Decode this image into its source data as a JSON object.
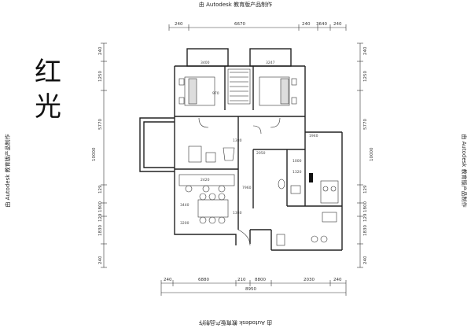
{
  "watermark": {
    "top": "由 Autodesk 教育版产品制作",
    "bottom": "由 Autodesk 教育版产品制作",
    "left": "由 Autodesk 教育版产品制作",
    "right": "由 Autodesk 教育版产品制作"
  },
  "title": {
    "line1": "红",
    "line2": "光"
  },
  "dimensions": {
    "top": [
      "240",
      "6670",
      "240",
      "3640",
      "240"
    ],
    "bottom": [
      "240",
      "6880",
      "210",
      "8800",
      "2030",
      "240"
    ],
    "bottom_total": "8950",
    "left": [
      "240",
      "1250",
      "5770",
      "10000",
      "129",
      "1800",
      "129",
      "1830",
      "240"
    ],
    "right": [
      "240",
      "1250",
      "5770",
      "10000",
      "129",
      "1800",
      "129",
      "1830",
      "240"
    ]
  },
  "interior_labels": {
    "room_top_left": "3400",
    "room_top_right": "3247",
    "corridor_v": "1380",
    "corridor_h": "2050",
    "kitchen_h": "1940",
    "stair": "1380",
    "dining": "2420",
    "living_v": "7960",
    "bath": "1320",
    "small_a": "3440",
    "small_b": "3200",
    "small_c": "1000",
    "small_d": "970"
  }
}
